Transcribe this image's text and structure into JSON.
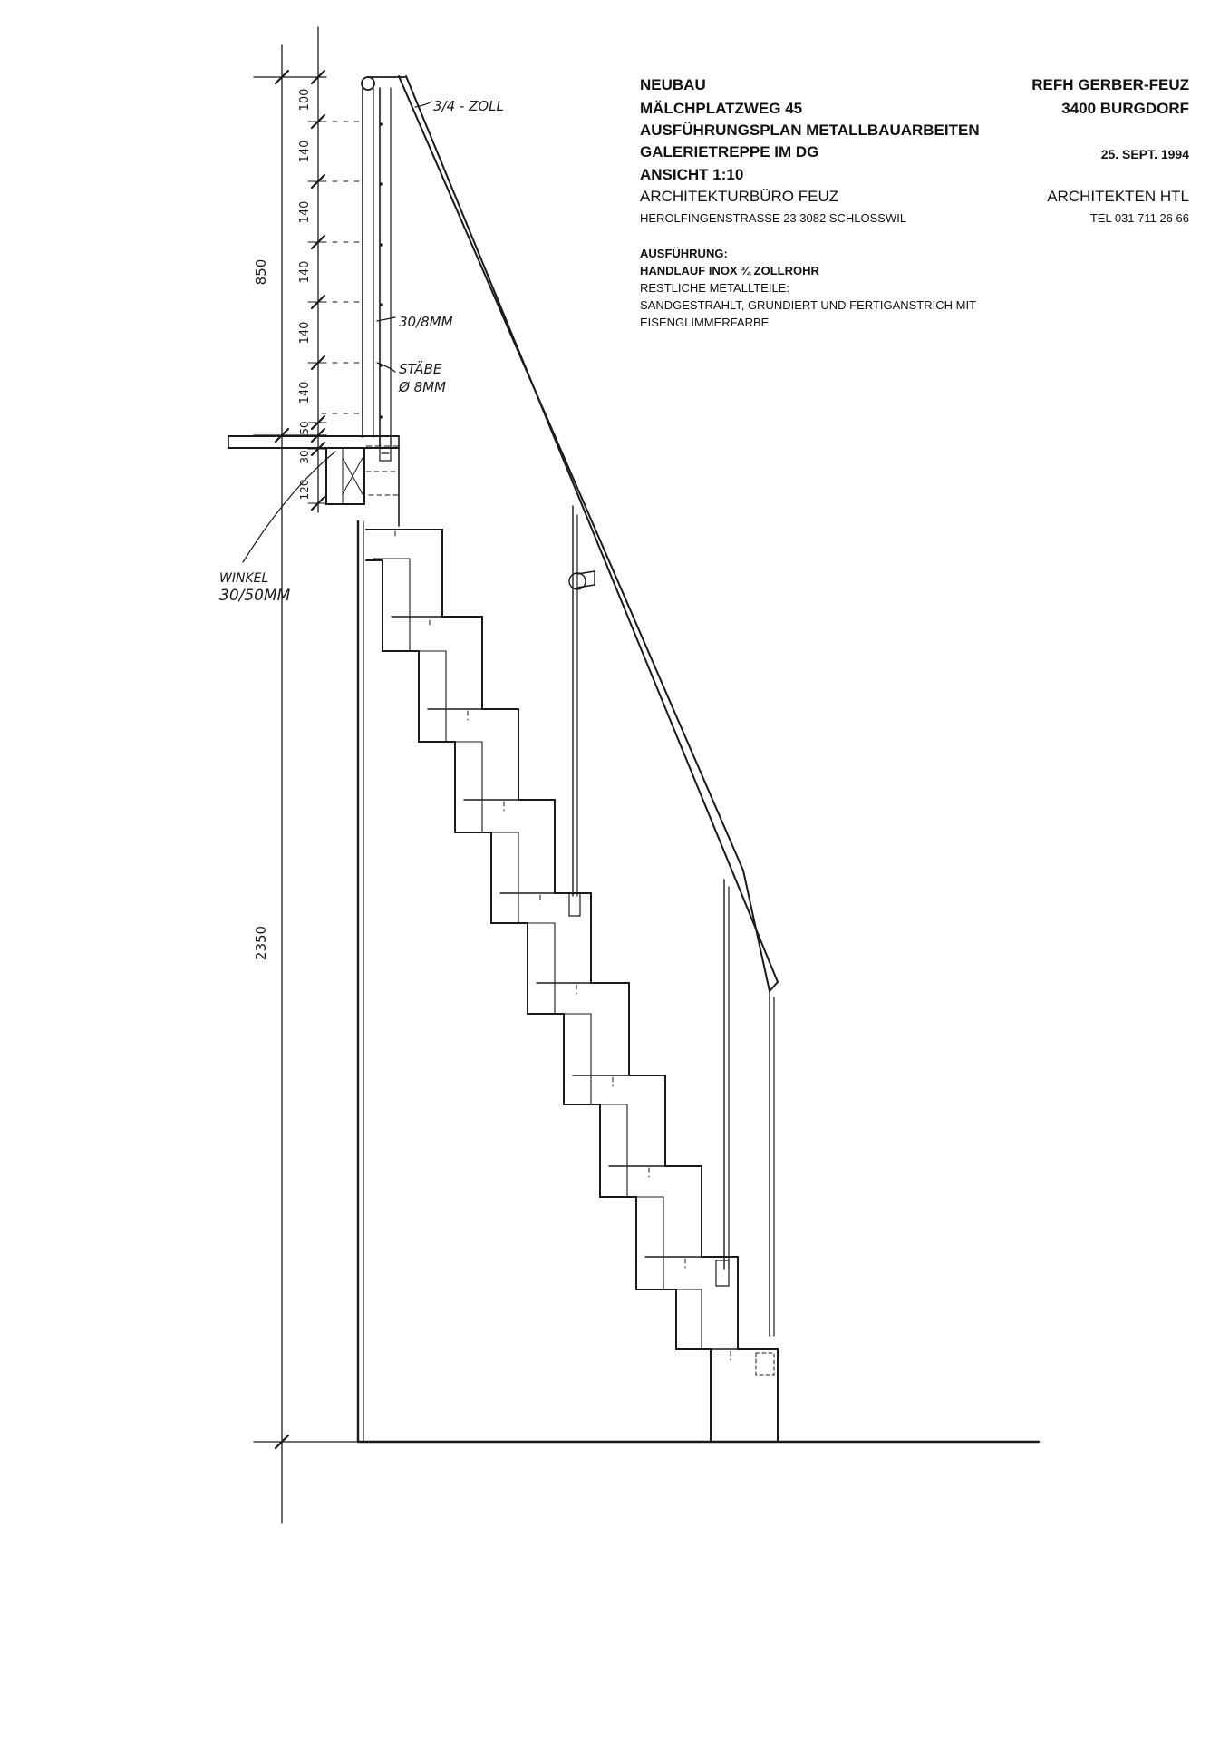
{
  "title_block": {
    "project_type": "NEUBAU",
    "address": "MÄLCHPLATZWEG 45",
    "plan_title": "AUSFÜHRUNGSPLAN METALLBAUARBEITEN",
    "drawing_subject": "GALERIETREPPE IM DG",
    "view_scale": "ANSICHT 1:10",
    "client": "REFH GERBER-FEUZ",
    "client_city": "3400 BURGDORF",
    "date": "25. SEPT. 1994",
    "office_name": "ARCHITEKTURBÜRO FEUZ",
    "office_address": "HEROLFINGENSTRASSE 23  3082 SCHLOSSWIL",
    "office_title": "ARCHITEKTEN HTL",
    "office_phone": "TEL 031 711 26 66"
  },
  "execution_notes": {
    "heading": "AUSFÜHRUNG:",
    "line1": "HANDLAUF INOX ¾ ZOLLROHR",
    "line2": "RESTLICHE METALLTEILE:",
    "line3": "SANDGESTRAHLT, GRUNDIERT UND FERTIGANSTRICH MIT",
    "line4": "EISENGLIMMERFARBE"
  },
  "dimensions": {
    "railing_height": "850",
    "storey_height": "2350",
    "segments": [
      "100",
      "140",
      "140",
      "140",
      "140",
      "140",
      "50",
      "30",
      "120"
    ]
  },
  "annotations": {
    "handrail": "3/4 - ZOLL",
    "top_rail": "30/8MM",
    "bars_line1": "STÄBE",
    "bars_line2": "Ø 8MM",
    "angle_line1": "WINKEL",
    "angle_line2": "30/50MM"
  }
}
